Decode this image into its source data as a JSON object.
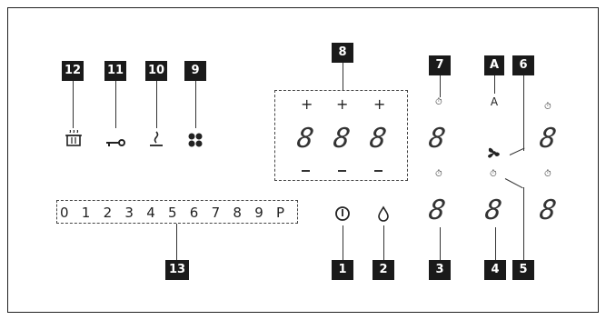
{
  "callouts": {
    "b12": "12",
    "b11": "11",
    "b10": "10",
    "b9": "9",
    "b8": "8",
    "b7": "7",
    "bA": "A",
    "b6": "6",
    "b13": "13",
    "b1": "1",
    "b2": "2",
    "b3": "3",
    "b4": "4",
    "b5": "5"
  },
  "icons": {
    "pot": "pot-icon",
    "key": "key-icon",
    "warm": "keep-warm-icon",
    "flex": "flex-zone-icon",
    "fan": "fan-icon",
    "power": "power-icon",
    "drop": "drop-icon",
    "timer": "timer-icon"
  },
  "display": {
    "plus": "+",
    "digit": "8",
    "auto_label": "A"
  },
  "power_levels": [
    "0",
    "1",
    "2",
    "3",
    "4",
    "5",
    "6",
    "7",
    "8",
    "9",
    "P"
  ]
}
